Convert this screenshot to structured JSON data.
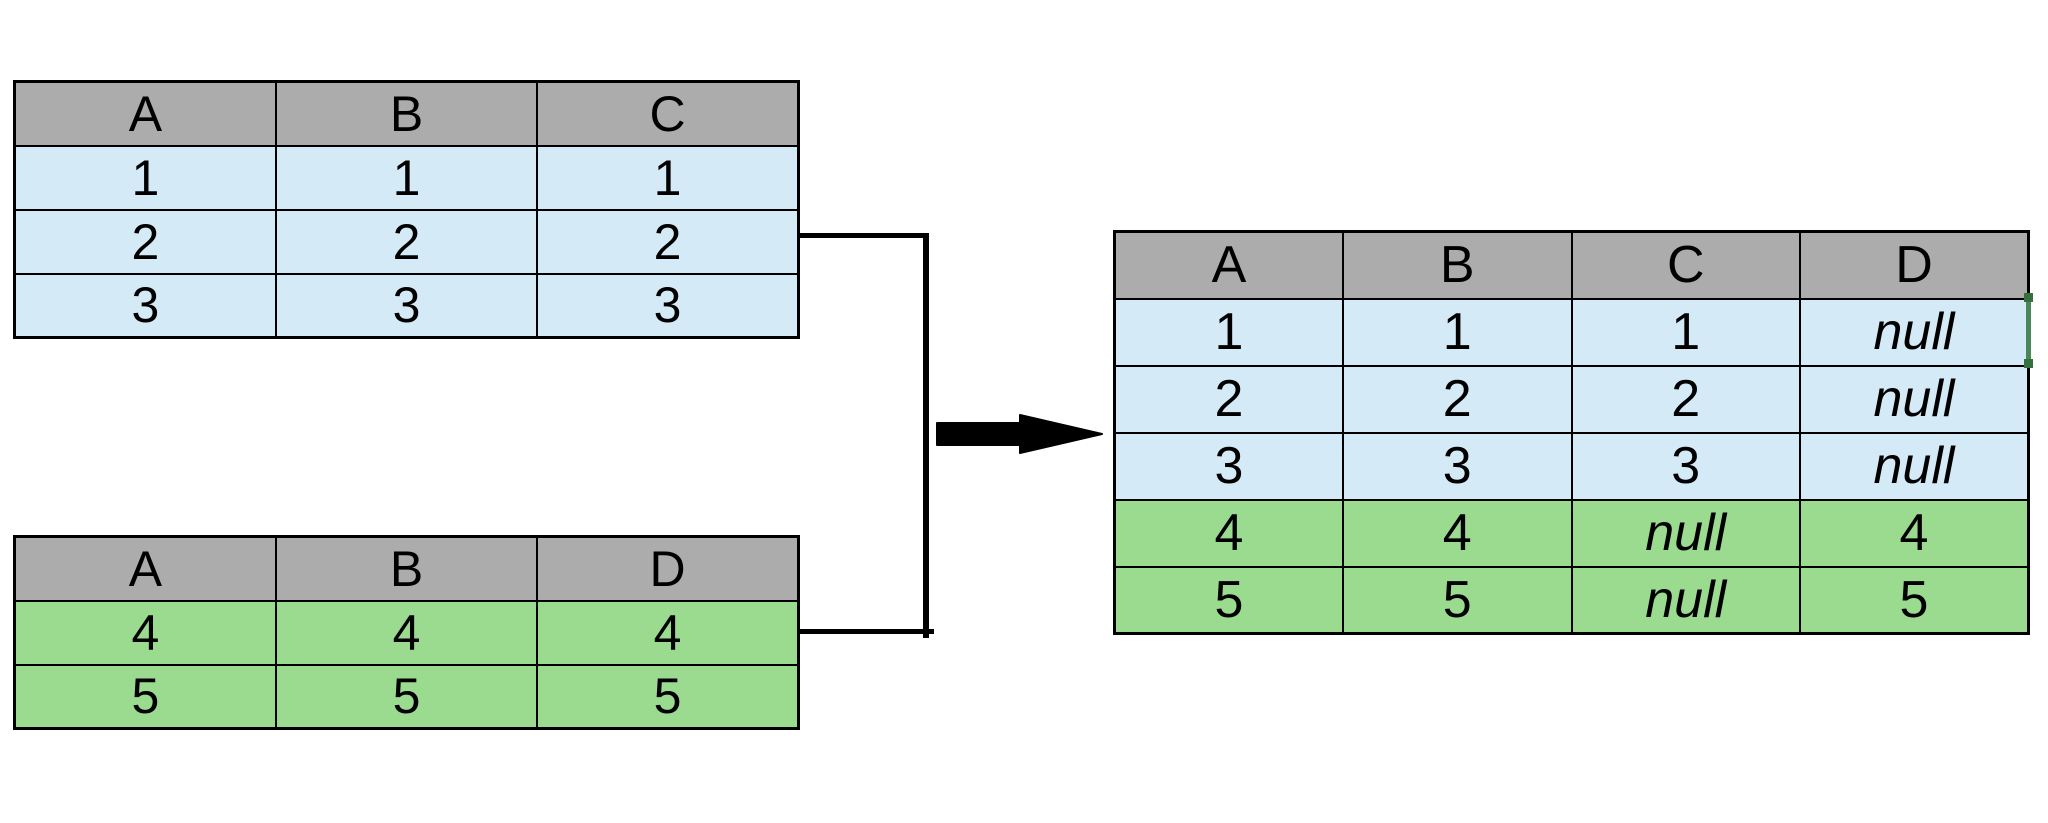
{
  "diagram": {
    "tables": {
      "top_left": {
        "headers": [
          "A",
          "B",
          "C"
        ],
        "rows": [
          [
            "1",
            "1",
            "1"
          ],
          [
            "2",
            "2",
            "2"
          ],
          [
            "3",
            "3",
            "3"
          ]
        ]
      },
      "bottom_left": {
        "headers": [
          "A",
          "B",
          "D"
        ],
        "rows": [
          [
            "4",
            "4",
            "4"
          ],
          [
            "5",
            "5",
            "5"
          ]
        ]
      },
      "result": {
        "headers": [
          "A",
          "B",
          "C",
          "D"
        ],
        "rows": [
          [
            "1",
            "1",
            "1",
            "null"
          ],
          [
            "2",
            "2",
            "2",
            "null"
          ],
          [
            "3",
            "3",
            "3",
            "null"
          ],
          [
            "4",
            "4",
            "null",
            "4"
          ],
          [
            "5",
            "5",
            "null",
            "5"
          ]
        ]
      }
    },
    "icons": {
      "arrow": "right-block-arrow"
    },
    "colors": {
      "header_bg": "#ACACAC",
      "blue_row_bg": "#D4EAF7",
      "green_row_bg": "#9ADB90",
      "border": "#000000",
      "connector": "#000000",
      "arrow_fill": "#000000",
      "selection_line": "#4A8758",
      "selection_handle": "#35703F"
    }
  }
}
